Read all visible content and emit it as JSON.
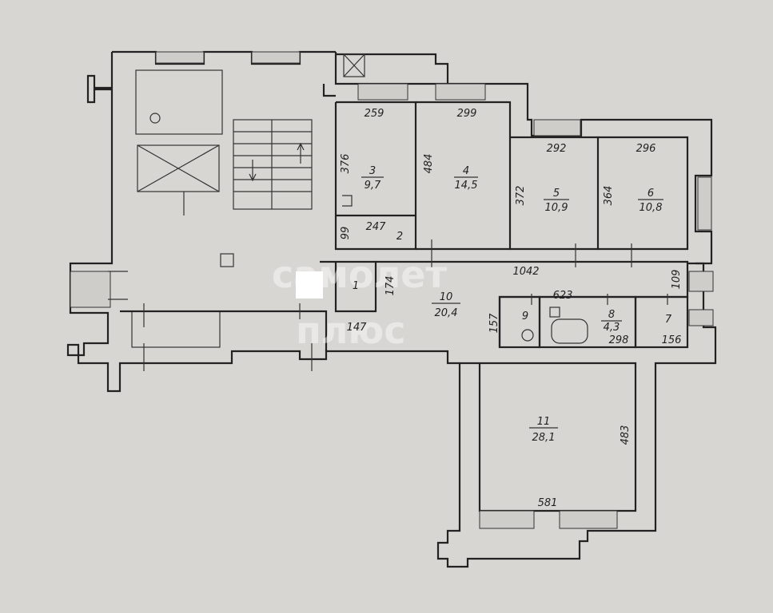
{
  "rooms": [
    {
      "id": "room-1",
      "number": "1"
    },
    {
      "id": "room-2",
      "number": "2"
    },
    {
      "id": "room-3",
      "number": "3",
      "area": "9,7"
    },
    {
      "id": "room-4",
      "number": "4",
      "area": "14,5"
    },
    {
      "id": "room-5",
      "number": "5",
      "area": "10,9"
    },
    {
      "id": "room-6",
      "number": "6",
      "area": "10,8"
    },
    {
      "id": "room-7",
      "number": "7"
    },
    {
      "id": "room-8",
      "number": "8",
      "area": "4,3"
    },
    {
      "id": "room-9",
      "number": "9"
    },
    {
      "id": "room-10",
      "number": "10",
      "area": "20,4"
    },
    {
      "id": "room-11",
      "number": "11",
      "area": "28,1"
    }
  ],
  "dimensions": {
    "d259": "259",
    "d299": "299",
    "d292": "292",
    "d296": "296",
    "d376": "376",
    "d484": "484",
    "d372": "372",
    "d364": "364",
    "d99": "99",
    "d247": "247",
    "d1042": "1042",
    "d109": "109",
    "d174": "174",
    "d623": "623",
    "d147": "147",
    "d157": "157",
    "d298": "298",
    "d156": "156",
    "d483": "483",
    "d581": "581"
  },
  "watermark": {
    "line1": "самолет",
    "line2": "плюс"
  },
  "colors": {
    "paper": "#d8d6d3",
    "ink": "#222222"
  }
}
